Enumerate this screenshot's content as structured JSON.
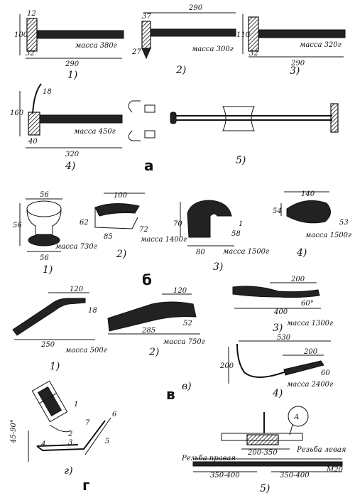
{
  "sections": {
    "a": "а",
    "b": "б",
    "v": "в",
    "v_paren": "в)",
    "g": "г"
  },
  "hammers": [
    {
      "caption": "1)",
      "mass": "масса 380г",
      "length": "290",
      "top": "12",
      "height": "100",
      "bottom": "32"
    },
    {
      "caption": "2)",
      "mass": "масса 300г",
      "length": "290",
      "top": "37",
      "side": "27"
    },
    {
      "caption": "3)",
      "mass": "масса 320г",
      "length": "290",
      "height": "110",
      "bottom": "32"
    },
    {
      "caption": "4)",
      "mass": "масса 450г",
      "length": "320",
      "height": "160",
      "top": "18",
      "bottom": "40"
    }
  ],
  "puller": {
    "caption": "5)"
  },
  "dollies": [
    {
      "caption": "1)",
      "mass": "масса 730г",
      "w_top": "56",
      "height": "56",
      "w_bottom": "56"
    },
    {
      "caption": "2)",
      "mass": "масса 1400г",
      "width": "100",
      "height": "62",
      "d1": "72",
      "bottom": "85"
    },
    {
      "caption": "3)",
      "mass": "масса 1500г",
      "height": "70",
      "d1": "58",
      "d2": "1",
      "bottom": "80"
    },
    {
      "caption": "4)",
      "mass": "масса 1500г",
      "width": "140",
      "h_left": "54",
      "h_right": "53"
    }
  ],
  "spoons": [
    {
      "caption": "1)",
      "mass": "масса 500г",
      "top": "120",
      "thick": "18",
      "length": "250"
    },
    {
      "caption": "2)",
      "mass": "масса 750г",
      "top": "120",
      "thick": "52",
      "length": "285"
    },
    {
      "caption": "3)",
      "mass": "масса 1300г",
      "top": "200",
      "angle": "60°",
      "length": "400"
    },
    {
      "caption": "4)",
      "mass": "масса 2400г",
      "top": "530",
      "inner": "200",
      "height": "200",
      "angle": "60"
    }
  ],
  "welder": {
    "caption": "г)",
    "angle": "45-90°",
    "labels": [
      "1",
      "7",
      "2",
      "3",
      "4",
      "6",
      "5"
    ]
  },
  "stand": {
    "caption": "5)",
    "span": "200-350",
    "thread_right": "Резьба правая",
    "thread_left": "Резьба левая",
    "len_left": "350-400",
    "len_right": "350-400",
    "size": "М20",
    "callout": "А"
  }
}
